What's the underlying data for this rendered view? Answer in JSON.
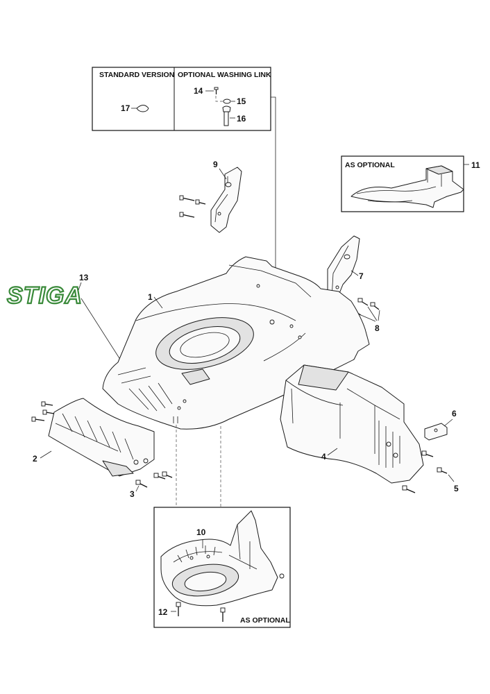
{
  "boxes": {
    "standard_version": "STANDARD VERSION",
    "optional_washing_link": "OPTIONAL WASHING LINK",
    "as_optional_top": "AS OPTIONAL",
    "as_optional_bottom": "AS OPTIONAL"
  },
  "logo": {
    "text": "STIGA",
    "color": "#3a8a3a"
  },
  "callouts": {
    "p1": "1",
    "p2": "2",
    "p3": "3",
    "p4": "4",
    "p5": "5",
    "p6": "6",
    "p7": "7",
    "p8": "8",
    "p9": "9",
    "p10": "10",
    "p11": "11",
    "p12": "12",
    "p13": "13",
    "p14": "14",
    "p15": "15",
    "p16": "16",
    "p17": "17"
  }
}
